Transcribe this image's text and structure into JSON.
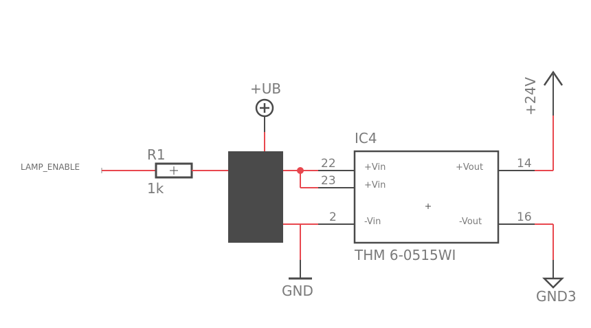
{
  "colors": {
    "wire": "#e8474e",
    "body": "#4a4a4a",
    "outline": "#4a4a4a",
    "text": "#7a7a7a"
  },
  "net_label": "LAMP_ENABLE",
  "resistor": {
    "name": "R1",
    "value": "1k"
  },
  "supply": {
    "ub": "+UB",
    "v24": "+24V"
  },
  "ground": {
    "gnd": "GND",
    "gnd3": "GND3"
  },
  "ic": {
    "name": "IC4",
    "part": "THM 6-0515WI",
    "pins": {
      "p22": {
        "num": "22",
        "label": "+Vin"
      },
      "p23": {
        "num": "23",
        "label": "+Vin"
      },
      "p2": {
        "num": "2",
        "label": "-Vin"
      },
      "p14": {
        "num": "14",
        "label": "+Vout"
      },
      "p16": {
        "num": "16",
        "label": "-Vout"
      }
    }
  },
  "icons": [
    "plus-circle-icon",
    "arrow-up-supply-icon",
    "ground-icon",
    "ground3-icon",
    "junction-dot-icon"
  ]
}
